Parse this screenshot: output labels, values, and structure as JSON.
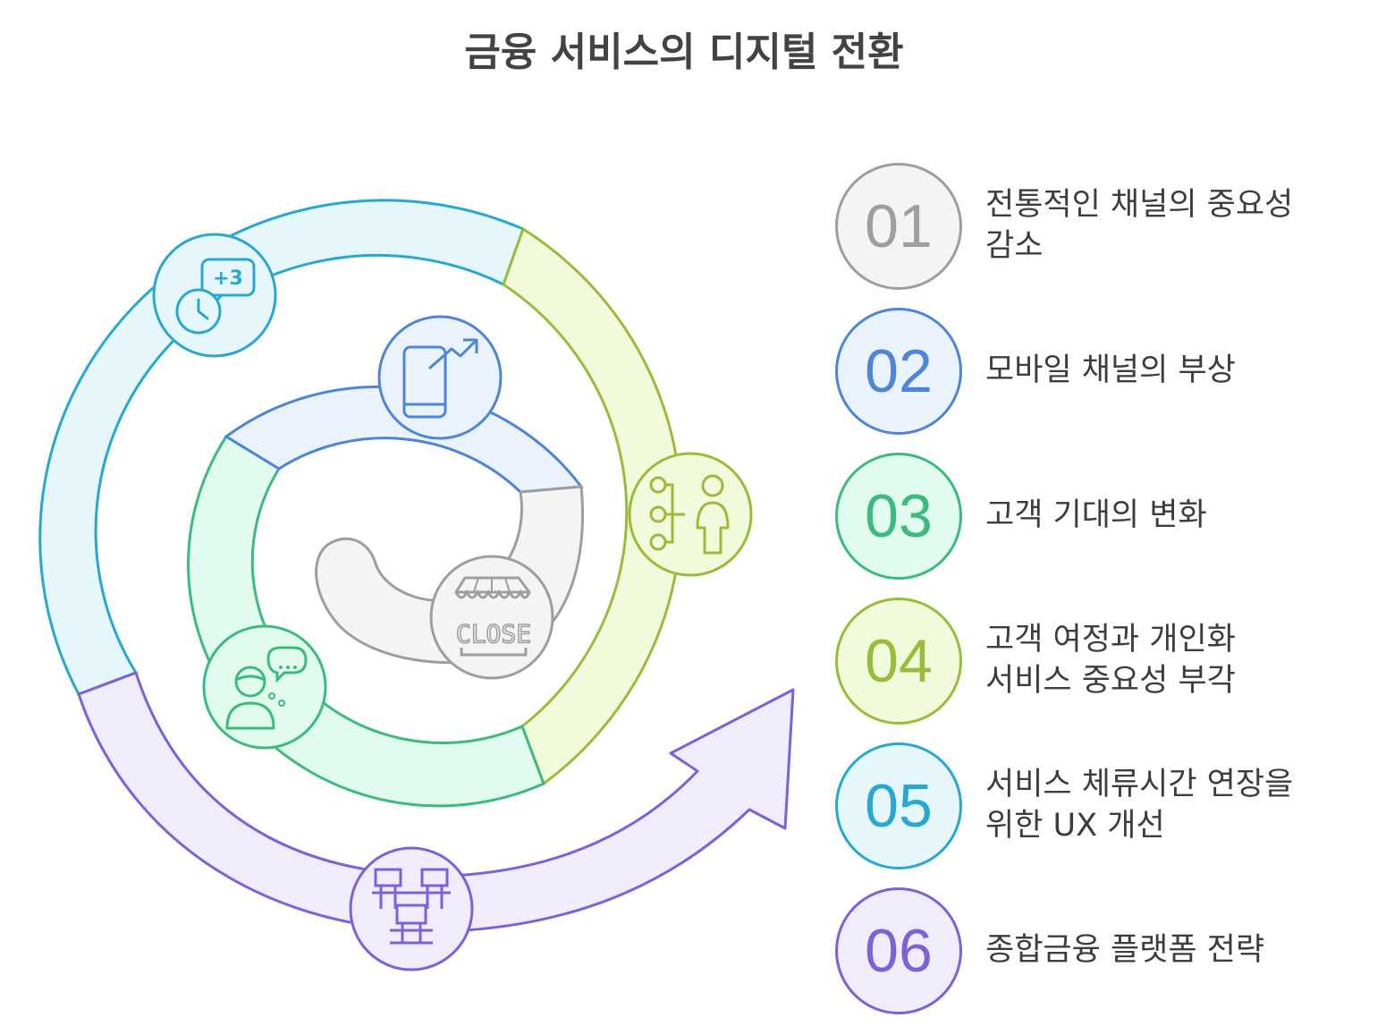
{
  "title": "금융 서비스의 디지털 전환",
  "steps": [
    {
      "number": "01",
      "lines": [
        "전통적인 채널의 중요성",
        "감소"
      ],
      "color": "#9e9e9e",
      "fill": "#f4f4f4"
    },
    {
      "number": "02",
      "lines": [
        "모바일 채널의 부상"
      ],
      "color": "#4f85d6",
      "fill": "#eaf2fc"
    },
    {
      "number": "03",
      "lines": [
        "고객 기대의 변화"
      ],
      "color": "#3dbb7f",
      "fill": "#e2fbef"
    },
    {
      "number": "04",
      "lines": [
        "고객 여정과 개인화",
        "서비스 중요성 부각"
      ],
      "color": "#9bbc3a",
      "fill": "#f1fbdc"
    },
    {
      "number": "05",
      "lines": [
        "서비스 체류시간 연장을",
        "위한 UX 개선"
      ],
      "color": "#29a8cf",
      "fill": "#e6f7fc"
    },
    {
      "number": "06",
      "lines": [
        "종합금융 플랫폼 전략"
      ],
      "color": "#7b62d6",
      "fill": "#f0ecfc"
    }
  ],
  "icons": {
    "closed_store": "closed-store-icon",
    "mobile_growth": "mobile-growth-icon",
    "customer_thinking": "customer-thinking-icon",
    "customer_journey": "customer-journey-icon",
    "time_extension": "time-extension-icon",
    "platform": "platform-network-icon"
  },
  "sign_text": "CLOSE",
  "clock_badge": "+3"
}
